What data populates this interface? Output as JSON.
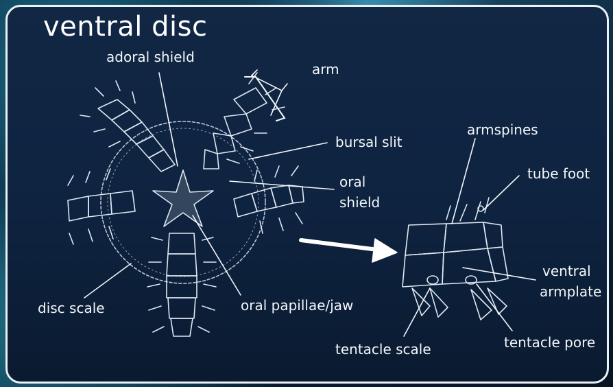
{
  "title": "ventral disc",
  "labels": {
    "adoral_shield": "adoral shield",
    "arm": "arm",
    "bursal_slit": "bursal slit",
    "oral_shield_1": "oral",
    "oral_shield_2": "shield",
    "disc_scale": "disc scale",
    "oral_papillae_jaw": "oral papillae/jaw",
    "armspines": "armspines",
    "tube_foot": "tube foot",
    "ventral_armplate_1": "ventral",
    "ventral_armplate_2": "armplate",
    "tentacle_scale": "tentacle scale",
    "tentacle_pore": "tentacle pore"
  },
  "colors": {
    "panel_bg": "#112744",
    "ink": "#f4f7fb",
    "border": "#eaf1f7"
  }
}
